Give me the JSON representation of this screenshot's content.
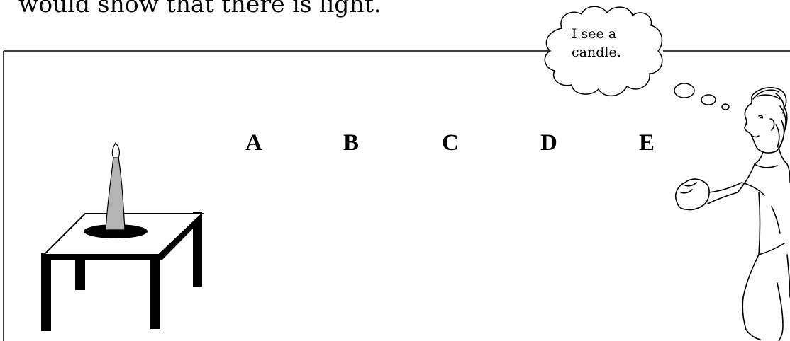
{
  "heading_fragment": "would show that there is light.",
  "position_labels": [
    "A",
    "B",
    "C",
    "D",
    "E"
  ],
  "thought_bubble": {
    "line1": "I see a",
    "line2": "candle."
  }
}
